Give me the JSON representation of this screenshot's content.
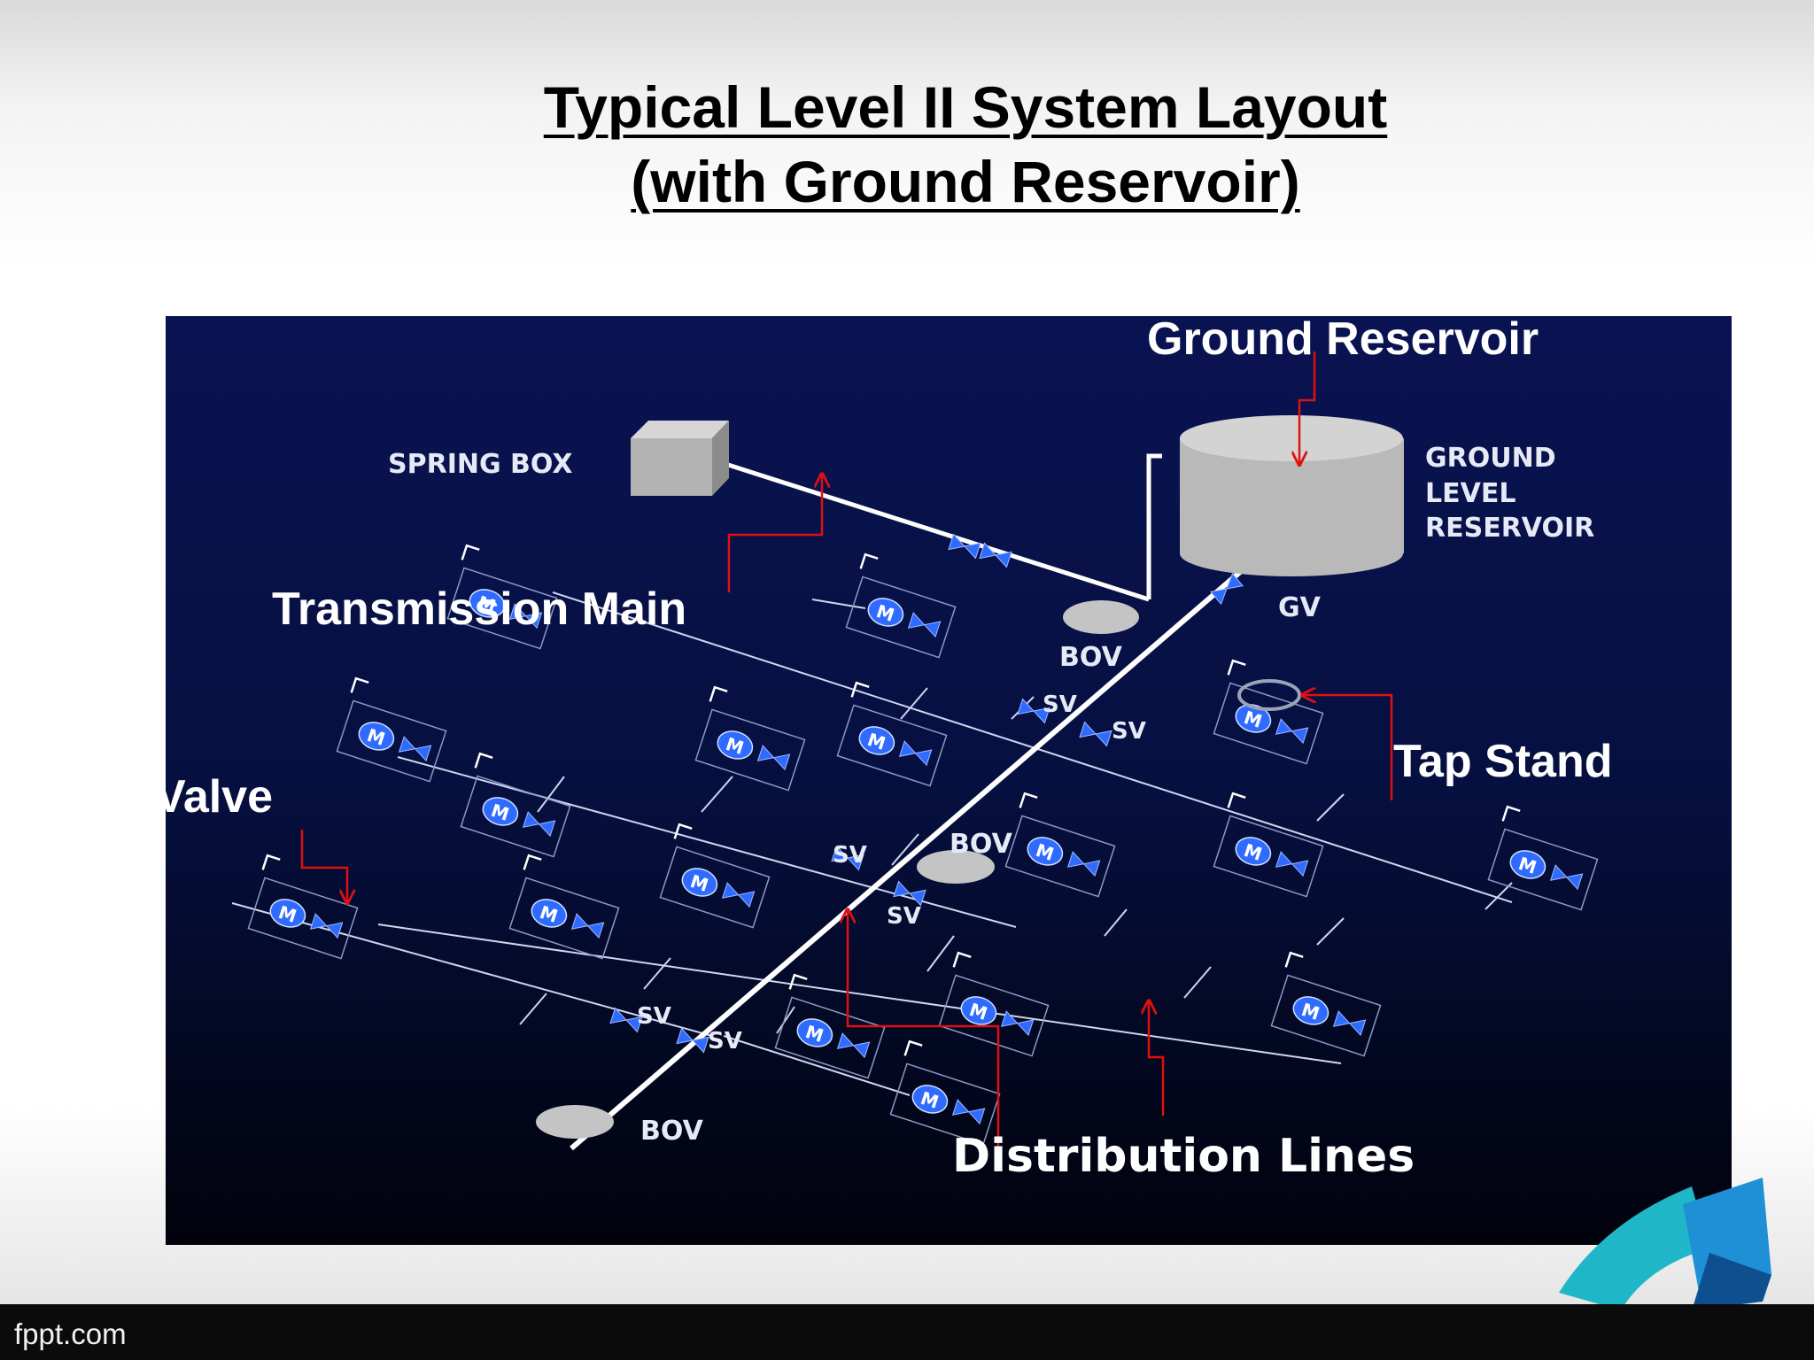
{
  "slide": {
    "title_line1": "Typical Level II System Layout",
    "title_line2": "(with Ground Reservoir)"
  },
  "diagram": {
    "callouts": {
      "ground_reservoir": "Ground Reservoir",
      "transmission_main": "Transmission Main",
      "valve": "Valve",
      "tap_stand": "Tap Stand",
      "distribution_lines": "Distribution Lines"
    },
    "labels": {
      "spring_box": "SPRING BOX",
      "glr_line1": "GROUND",
      "glr_line2": "LEVEL",
      "glr_line3": "RESERVOIR",
      "gv": "GV",
      "bov": "BOV",
      "sv": "SV",
      "m": "M"
    },
    "colors": {
      "background_top": "#0a1352",
      "background_bottom": "#01020c",
      "valve": "#2f6bff",
      "callout_arrow": "#e01010",
      "pipe": "#ffffff",
      "tank": "#bdbdbd"
    }
  },
  "footer": {
    "text": "fppt.com"
  }
}
